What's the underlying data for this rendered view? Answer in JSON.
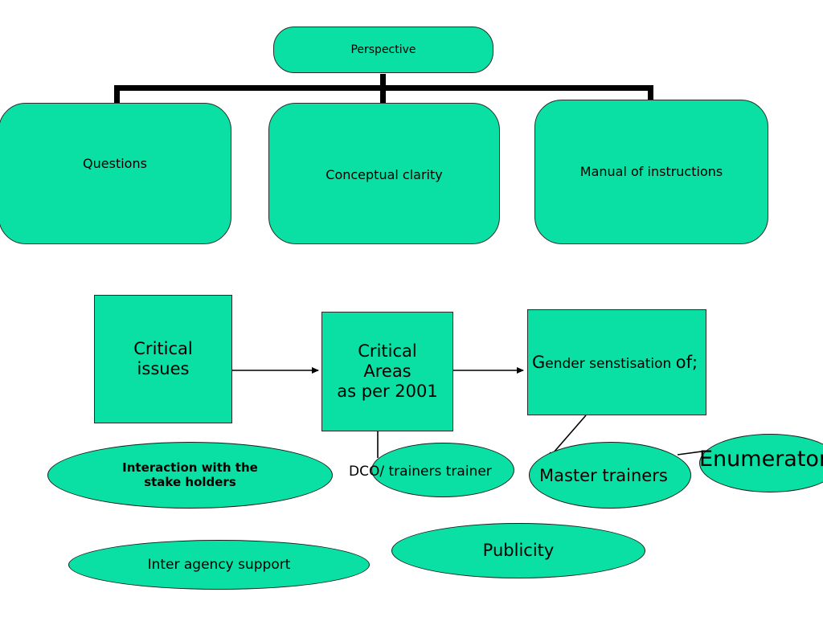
{
  "diagram": {
    "title": "Perspective",
    "background_color": "#ffffff",
    "shape_fill_color": "#0BE0A4",
    "shape_outline_color": "#2b2b2b",
    "connector_color": "#000000",
    "tree": {
      "root": {
        "label": "Perspective"
      },
      "children": [
        {
          "label": "Questions"
        },
        {
          "label": "Conceptual clarity"
        },
        {
          "label": "Manual of instructions"
        }
      ]
    },
    "flow": {
      "boxes": [
        {
          "label": "Critical\nissues"
        },
        {
          "label": "Critical\nAreas\nas per 2001"
        },
        {
          "label_prefix": "G",
          "label_mid": "ender senstisation ",
          "label_suffix": "of;"
        }
      ],
      "ellipses": [
        {
          "label": "Interaction with the\nstake holders"
        },
        {
          "label": "DCO/ trainers trainer"
        },
        {
          "label": "Master trainers"
        },
        {
          "label": "Enumerators"
        },
        {
          "label": "Inter agency support"
        },
        {
          "label": "Publicity"
        }
      ]
    }
  }
}
